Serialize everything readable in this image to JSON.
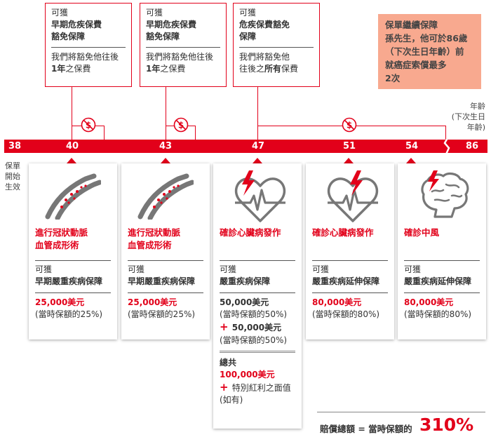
{
  "waivers": [
    {
      "line1": "可獲",
      "line2": "早期危疾保費",
      "line3": "豁免保障",
      "desc1": "我們將豁免他往後",
      "desc_bold": "1年",
      "desc2": "之保費"
    },
    {
      "line1": "可獲",
      "line2": "早期危疾保費",
      "line3": "豁免保障",
      "desc1": "我們將豁免他往後",
      "desc_bold": "1年",
      "desc2": "之保費"
    },
    {
      "line1": "可獲",
      "line2": "危疾保費豁免",
      "line3": "保障",
      "desc1": "我們將豁免他",
      "desc_pre": "往後之",
      "desc_bold": "所有",
      "desc2": "保費"
    }
  ],
  "note": {
    "l1": "保單繼續保障",
    "l2": "孫先生，他可於86歲",
    "l3": "（下次生日年齡）前",
    "l4": "就癌症索償最多",
    "l5": "2次"
  },
  "axis": {
    "l1": "年齡",
    "l2": "(下次生日",
    "l3": "年齡)"
  },
  "start": {
    "l1": "保單",
    "l2": "開始",
    "l3": "生效"
  },
  "ages": [
    "38",
    "40",
    "43",
    "47",
    "51",
    "54",
    "86"
  ],
  "cards": [
    {
      "icon": "artery-icon",
      "title1": "進行冠狀動脈",
      "title2": "血管成形術",
      "lbl": "可獲",
      "benefit": "早期嚴重疾病保障",
      "amount": "25,000美元",
      "pct": "(當時保額的25%)"
    },
    {
      "icon": "artery-icon",
      "title1": "進行冠狀動脈",
      "title2": "血管成形術",
      "lbl": "可獲",
      "benefit": "早期嚴重疾病保障",
      "amount": "25,000美元",
      "pct": "(當時保額的25%)"
    },
    {
      "icon": "heart-attack-icon",
      "title1": "確診心臟病發作",
      "title2": "",
      "lbl": "可獲",
      "benefit": "嚴重疾病保障",
      "amount": "50,000美元",
      "pct": "(當時保額的50%)",
      "plus_amount": "50,000美元",
      "plus_pct": "(當時保額的50%)",
      "total_lbl": "總共",
      "total_amount": "100,000美元",
      "bonus": "特別紅利之面值",
      "bonus2": "(如有)"
    },
    {
      "icon": "heart-attack-icon",
      "title1": "確診心臟病發作",
      "title2": "",
      "lbl": "可獲",
      "benefit": "嚴重疾病延伸保障",
      "amount": "80,000美元",
      "pct": "(當時保額的80%)"
    },
    {
      "icon": "brain-icon",
      "title1": "確診中風",
      "title2": "",
      "lbl": "可獲",
      "benefit": "嚴重疾病延伸保障",
      "amount": "80,000美元",
      "pct": "(當時保額的80%)"
    }
  ],
  "summary": {
    "text": "賠償總額 = 當時保額的",
    "pct": "310%"
  },
  "colors": {
    "accent": "#e2001a",
    "note_bg": "#f8a98f"
  }
}
